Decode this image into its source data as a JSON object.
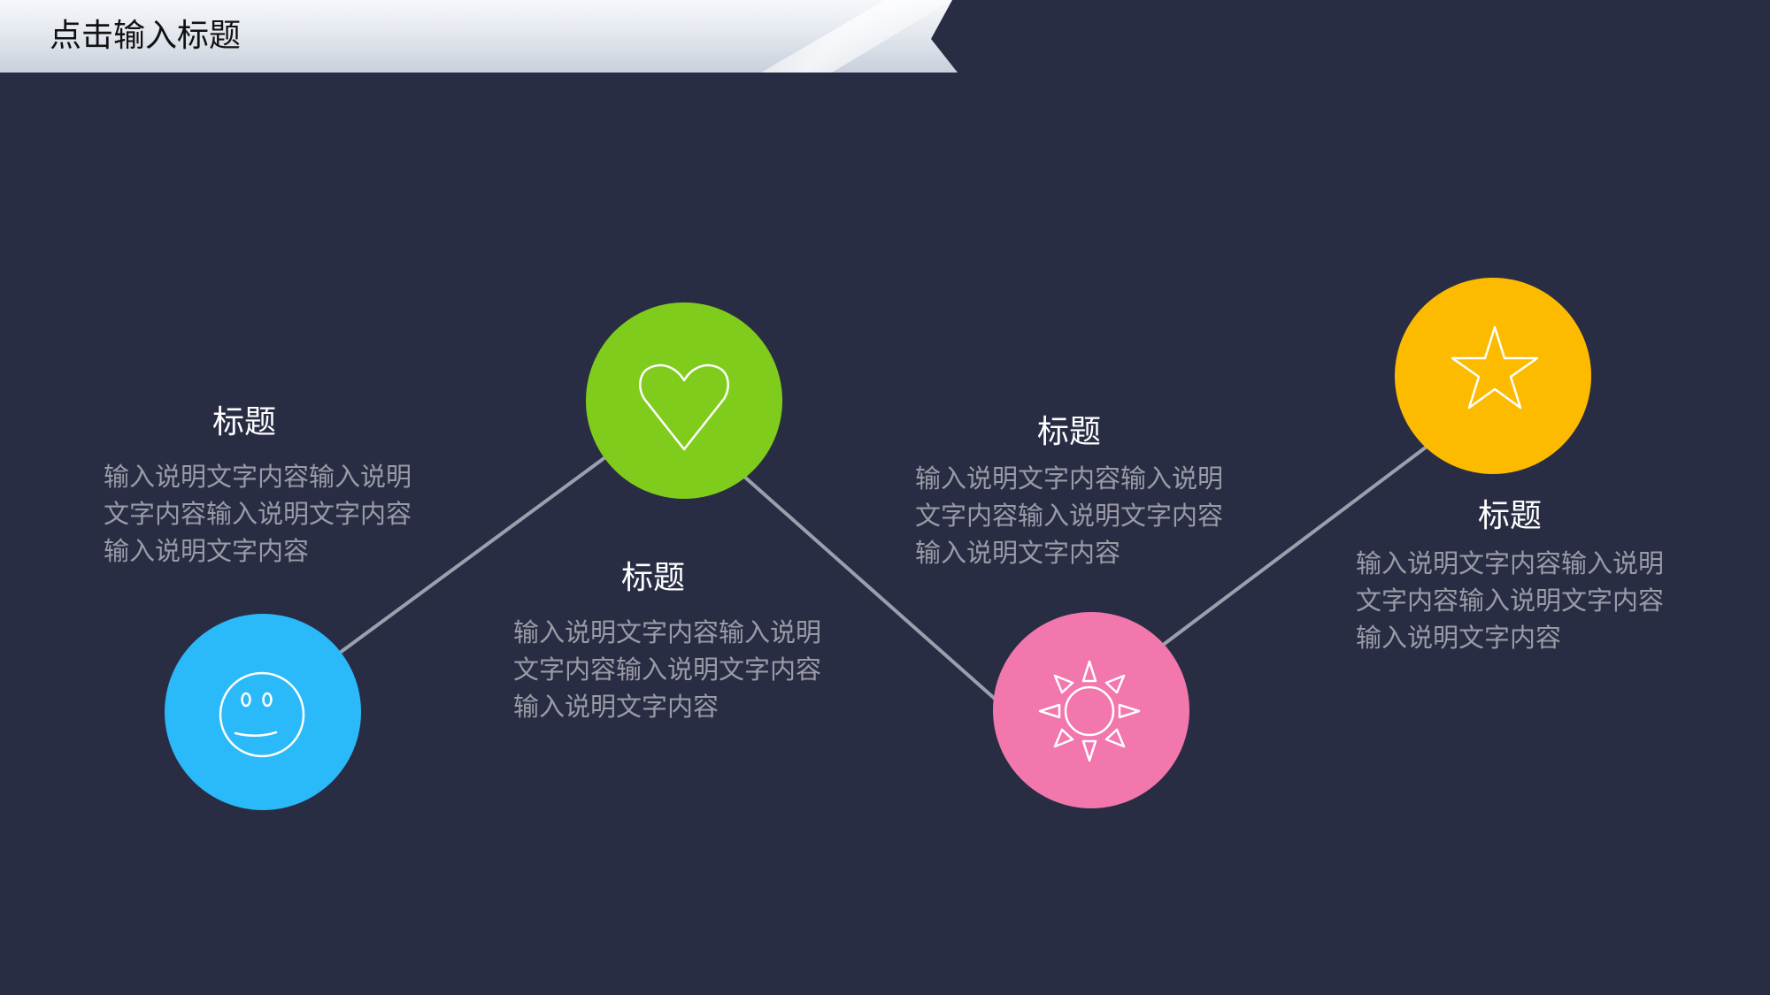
{
  "slide": {
    "title": "点击输入标题"
  },
  "colors": {
    "background": "#292d44",
    "blue": "#2ab9f9",
    "green": "#80cc1c",
    "pink": "#f277ad",
    "yellow": "#fdbb00",
    "connector": "#9aa0ad"
  },
  "items": [
    {
      "title": "标题",
      "description": "输入说明文字内容输入说明文字内容输入说明文字内容输入说明文字内容",
      "icon": "smiley-face-icon",
      "color": "#2ab9f9"
    },
    {
      "title": "标题",
      "description": "输入说明文字内容输入说明文字内容输入说明文字内容输入说明文字内容",
      "icon": "heart-icon",
      "color": "#80cc1c"
    },
    {
      "title": "标题",
      "description": "输入说明文字内容输入说明文字内容输入说明文字内容输入说明文字内容",
      "icon": "sun-icon",
      "color": "#f277ad"
    },
    {
      "title": "标题",
      "description": "输入说明文字内容输入说明文字内容输入说明文字内容输入说明文字内容",
      "icon": "star-icon",
      "color": "#fdbb00"
    }
  ]
}
